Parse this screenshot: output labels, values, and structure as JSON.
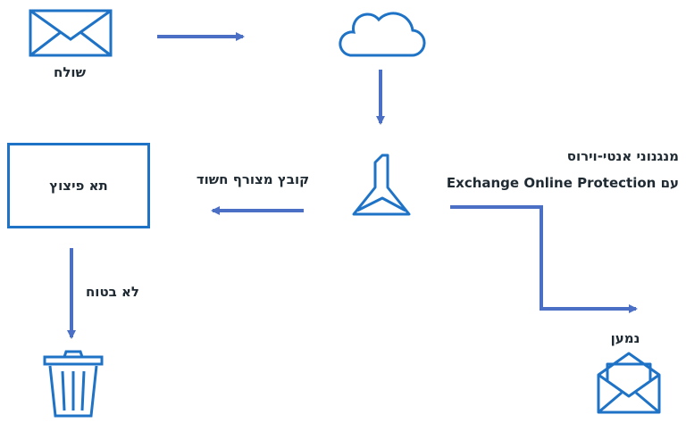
{
  "colors": {
    "accent": "#1f73c7",
    "arrow": "#4a6fc4",
    "text": "#1f2a33"
  },
  "labels": {
    "sender": "שולח",
    "antivirus_line1": "מנגנוני אנטי-וירוס",
    "antivirus_line2": "Exchange Online Protection עם",
    "suspicious": "קובץ מצורף חשוד",
    "sandbox": "תא פיצוץ",
    "unsafe": "לא בטוח",
    "recipient": "נמען"
  },
  "icons": {
    "sender": "envelope-icon",
    "cloud": "cloud-icon",
    "filter": "exchange-filter-icon",
    "trash": "trash-icon",
    "recipient": "open-envelope-icon"
  }
}
